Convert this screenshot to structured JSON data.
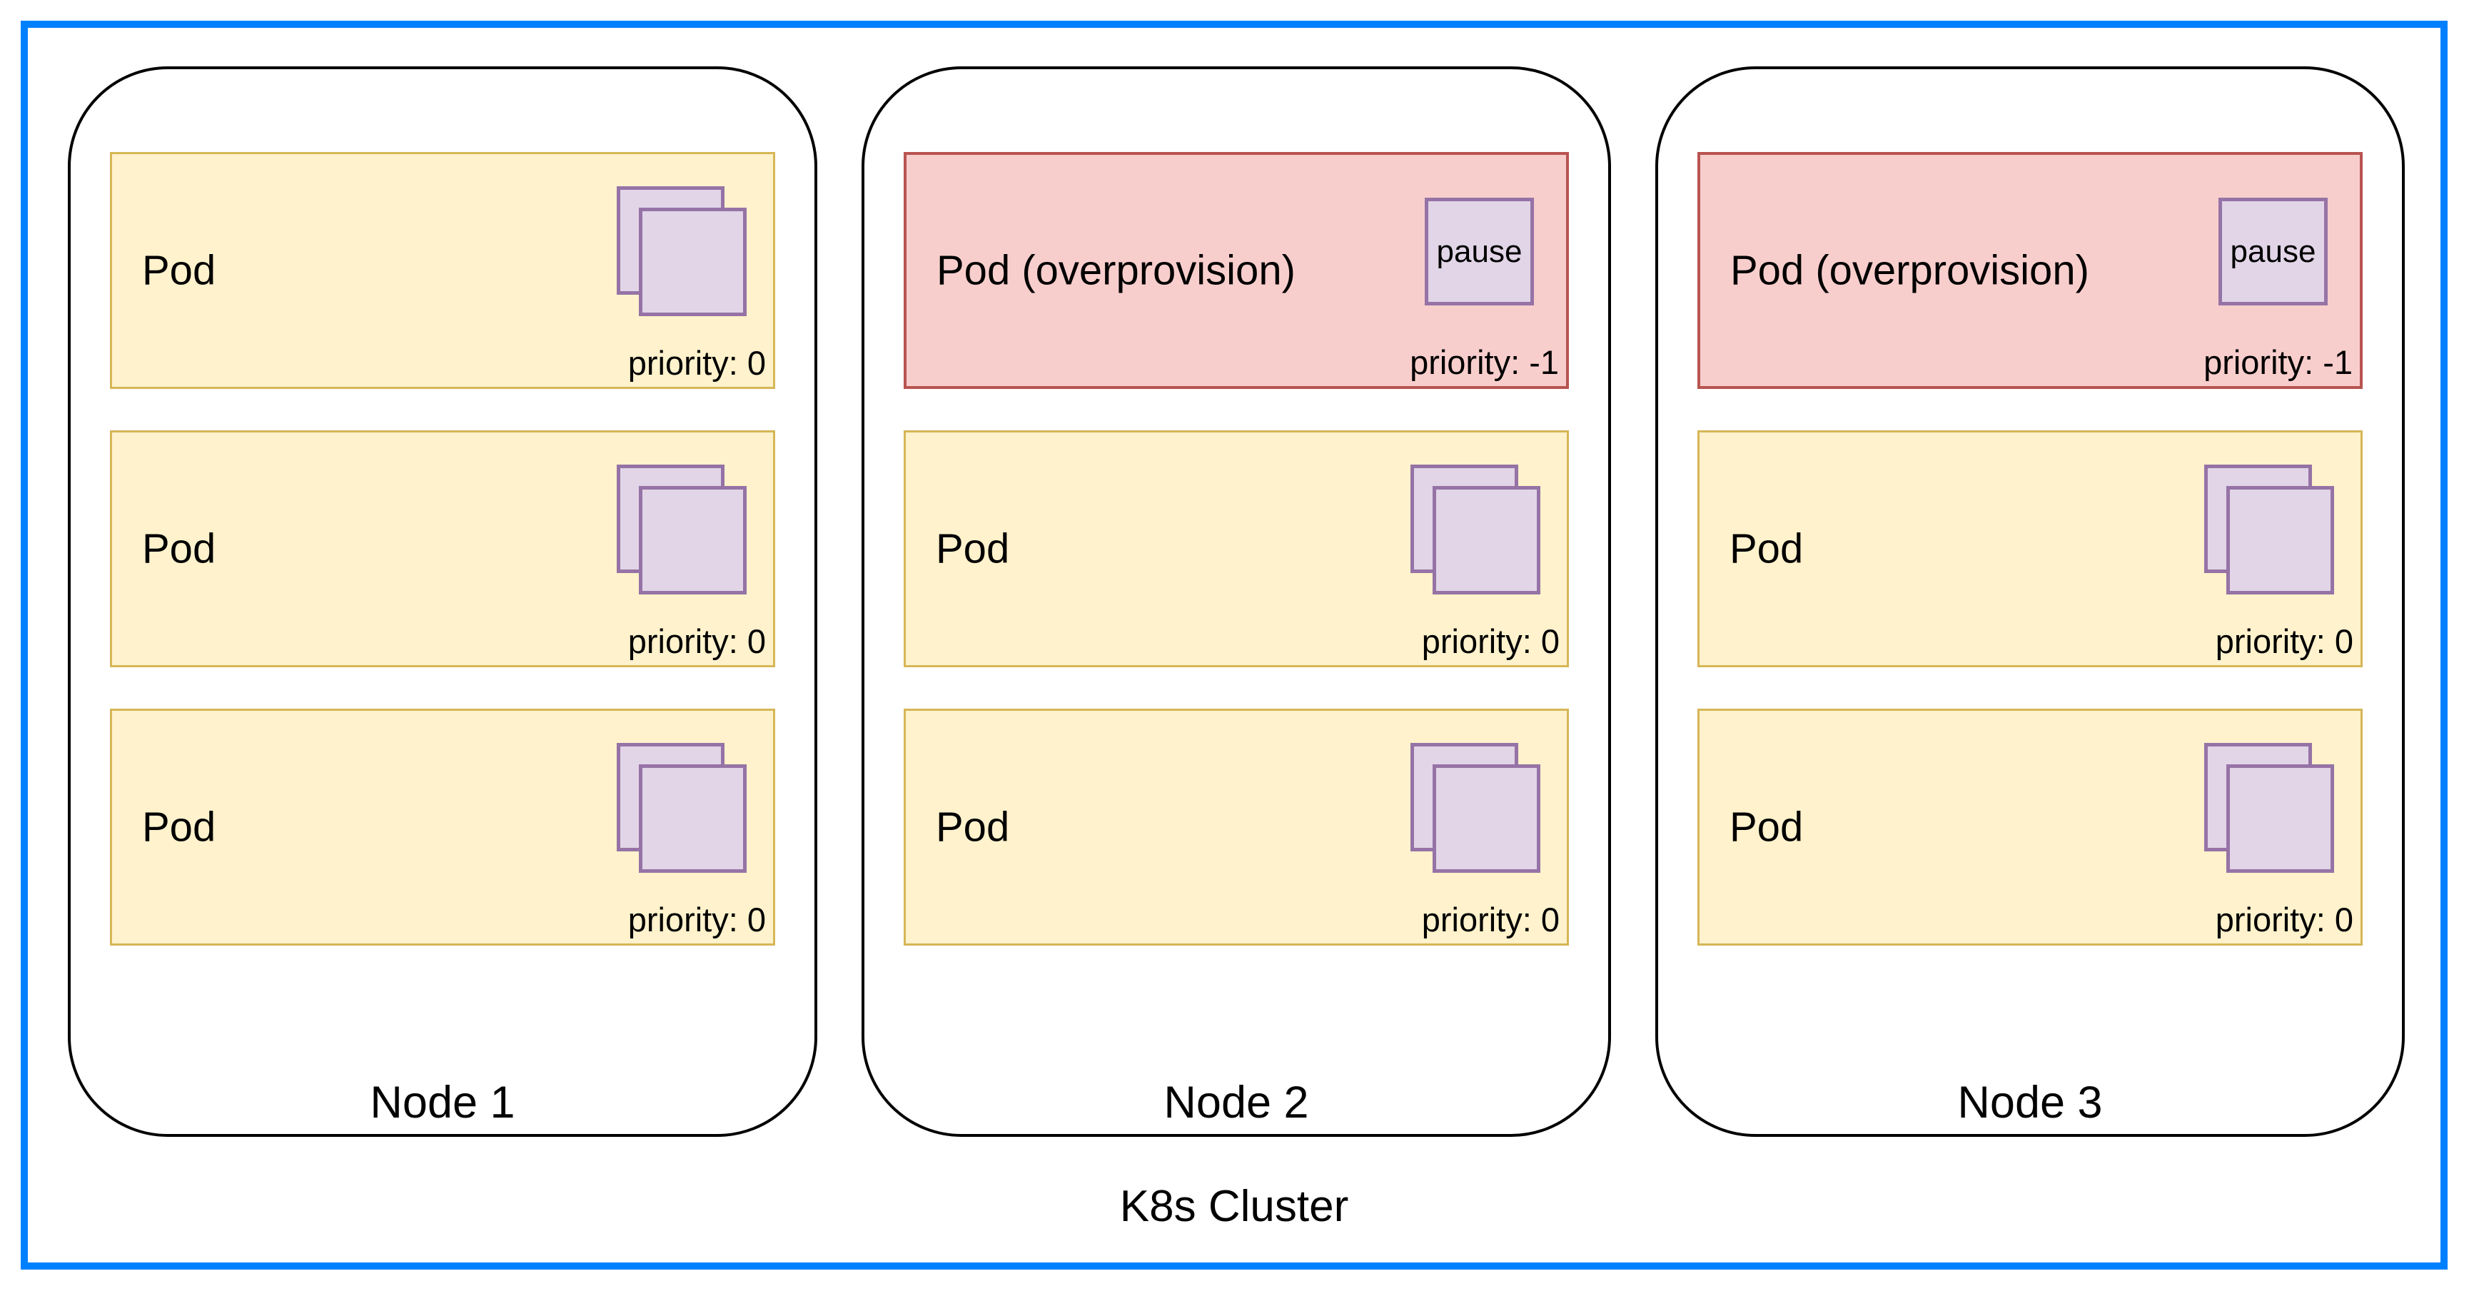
{
  "cluster": {
    "label": "K8s Cluster"
  },
  "colors": {
    "cluster_border": "#0080ff",
    "node_border": "#000000",
    "pod_normal_fill": "#fff2cc",
    "pod_normal_border": "#d6b656",
    "pod_over_fill": "#f8cecc",
    "pod_over_border": "#b85450",
    "container_fill": "#e1d5e7",
    "container_border": "#9673a6",
    "text": "#000000"
  },
  "icons": {
    "containers_icon": "two overlapping container rectangles",
    "pause_badge_label": "pause"
  },
  "nodes": [
    {
      "label": "Node 1",
      "pods": [
        {
          "type": "normal",
          "label": "Pod",
          "priority": "priority: 0"
        },
        {
          "type": "normal",
          "label": "Pod",
          "priority": "priority: 0"
        },
        {
          "type": "normal",
          "label": "Pod",
          "priority": "priority: 0"
        }
      ]
    },
    {
      "label": "Node 2",
      "pods": [
        {
          "type": "overprovision",
          "label": "Pod (overprovision)",
          "priority": "priority: -1",
          "badge": "pause"
        },
        {
          "type": "normal",
          "label": "Pod",
          "priority": "priority: 0"
        },
        {
          "type": "normal",
          "label": "Pod",
          "priority": "priority: 0"
        }
      ]
    },
    {
      "label": "Node 3",
      "pods": [
        {
          "type": "overprovision",
          "label": "Pod (overprovision)",
          "priority": "priority: -1",
          "badge": "pause"
        },
        {
          "type": "normal",
          "label": "Pod",
          "priority": "priority: 0"
        },
        {
          "type": "normal",
          "label": "Pod",
          "priority": "priority: 0"
        }
      ]
    }
  ]
}
